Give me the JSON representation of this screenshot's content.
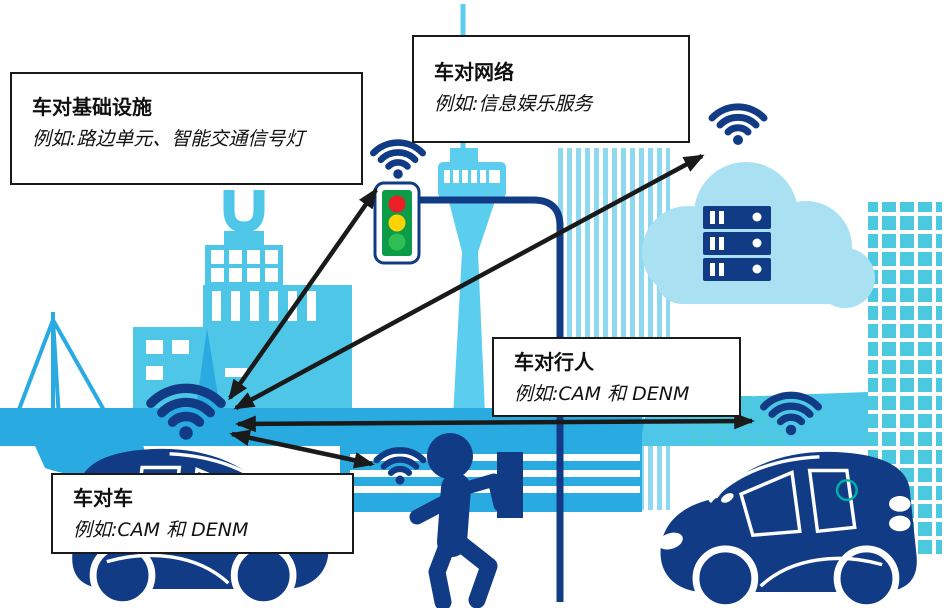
{
  "boxes": {
    "v2i": {
      "title": "车对基础设施",
      "example": "例如:路边单元、智能交通信号灯"
    },
    "v2n": {
      "title": "车对网络",
      "example": "例如:信息娱乐服务"
    },
    "v2p": {
      "title": "车对行人",
      "example": "例如:CAM 和 DENM"
    },
    "v2v": {
      "title": "车对车",
      "example": "例如:CAM 和 DENM"
    }
  },
  "icons": {
    "wifi_hub": "wifi-signal",
    "wifi_traffic_light": "wifi-signal",
    "wifi_cloud": "wifi-signal",
    "wifi_car": "wifi-signal",
    "wifi_pedestrian": "wifi-signal",
    "traffic_light": "traffic-light",
    "cloud_servers": "cloud-with-server-stack",
    "left_car": "smart-car",
    "right_car": "smart-car",
    "pedestrian": "walking-person",
    "sailboat": "sailboat",
    "arrows": "double-headed-arrow"
  },
  "colors": {
    "navy": "#113C85",
    "cyan": "#29ABE2",
    "sky_blue": "#4EC6E8",
    "pale_blue": "#A9E1F3",
    "teal_grid": "#4CC9DF",
    "stripe_blue": "#8FD9F0",
    "tower_blue": "#5BCDEE",
    "arrow_black": "#1A1A1A",
    "signal_red": "#EC1E26",
    "signal_yellow": "#FFD300",
    "signal_green": "#2FBF54",
    "signal_housing": "#0C9C48",
    "badge_teal": "#00B2A9",
    "box_border": "#1A1A1A",
    "box_bg": "#FFFFFF"
  }
}
